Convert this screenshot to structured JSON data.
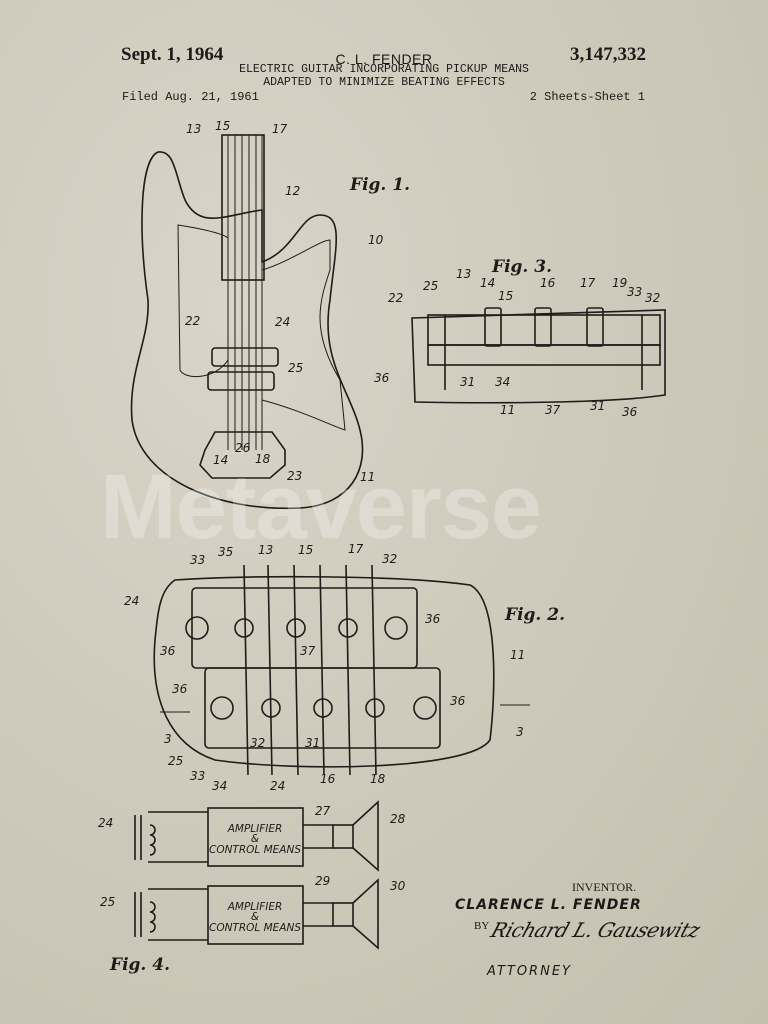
{
  "header": {
    "date": "Sept. 1, 1964",
    "inventor_short": "C. L. FENDER",
    "patent_number": "3,147,332",
    "title_line1": "ELECTRIC GUITAR INCORPORATING PICKUP MEANS",
    "title_line2": "ADAPTED TO MINIMIZE BEATING EFFECTS",
    "filed": "Filed Aug. 21, 1961",
    "sheets": "2 Sheets-Sheet 1"
  },
  "figures": {
    "fig1": "Fig. 1.",
    "fig2": "Fig. 2.",
    "fig3": "Fig. 3.",
    "fig4": "Fig. 4."
  },
  "fig1_labels": [
    "13",
    "15",
    "17",
    "12",
    "10",
    "22",
    "24",
    "25",
    "26",
    "14",
    "18",
    "23",
    "11"
  ],
  "fig3_labels": [
    "13",
    "14",
    "16",
    "17",
    "19",
    "33",
    "32",
    "25",
    "15",
    "22",
    "36",
    "31",
    "34",
    "11",
    "37",
    "31",
    "36",
    "3",
    "3"
  ],
  "fig2_labels": [
    "33",
    "35",
    "13",
    "15",
    "17",
    "32",
    "24",
    "36",
    "36",
    "37",
    "36",
    "36",
    "11",
    "25",
    "33",
    "34",
    "32",
    "31",
    "24",
    "16",
    "18"
  ],
  "fig4": {
    "box1": [
      "AMPLIFIER",
      "&",
      "CONTROL MEANS"
    ],
    "box2": [
      "AMPLIFIER",
      "&",
      "CONTROL MEANS"
    ],
    "labels": [
      "24",
      "27",
      "28",
      "25",
      "29",
      "30"
    ]
  },
  "signature": {
    "inventor_caption": "INVENTOR.",
    "inventor_name": "CLARENCE L. FENDER",
    "by": "BY",
    "attorney_signature": "Richard L. Gausewitz",
    "attorney_caption": "ATTORNEY"
  },
  "watermark": "Metaverse",
  "colors": {
    "paper": "#cfc9bb",
    "ink": "#1e1c19"
  }
}
